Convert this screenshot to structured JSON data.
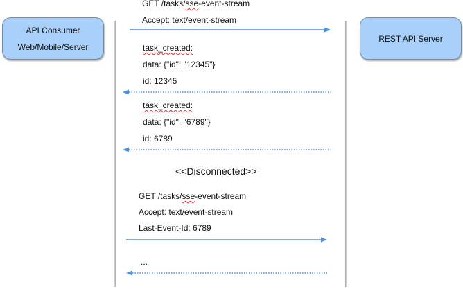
{
  "actors": {
    "consumer": {
      "line1": "API Consumer",
      "line2": "Web/Mobile/Server"
    },
    "server": {
      "label": "REST API Server"
    }
  },
  "colors": {
    "actor_fill": "#a8d0f8",
    "arrow": "#4a90e2",
    "lifeline": "#9a9a9a",
    "spellcheck": "#e03030"
  },
  "messages": {
    "request1": {
      "line1_prefix": "GET /tasks/",
      "line1_flag": "sse",
      "line1_suffix": "-event-stream",
      "line2": "Accept: text/event-stream",
      "direction": "to-server",
      "style": "solid"
    },
    "event1": {
      "name": "task_created:",
      "data": "data: {\"id\": \"12345\"}",
      "id": "id: 12345",
      "direction": "to-consumer",
      "style": "dotted"
    },
    "event2": {
      "name": "task_created:",
      "data": "data: {\"id\": \"6789\"}",
      "id": "id: 6789",
      "direction": "to-consumer",
      "style": "dotted"
    },
    "disconnect": {
      "label": "<<Disconnected>>"
    },
    "request2": {
      "line1_prefix": "GET /tasks/",
      "line1_flag": "sse",
      "line1_suffix": "-event-stream",
      "line2": "Accept: text/event-stream",
      "line3": "Last-Event-Id: 6789",
      "direction": "to-server",
      "style": "solid"
    },
    "ellipsis": {
      "label": "...",
      "direction": "to-consumer",
      "style": "dotted"
    }
  }
}
